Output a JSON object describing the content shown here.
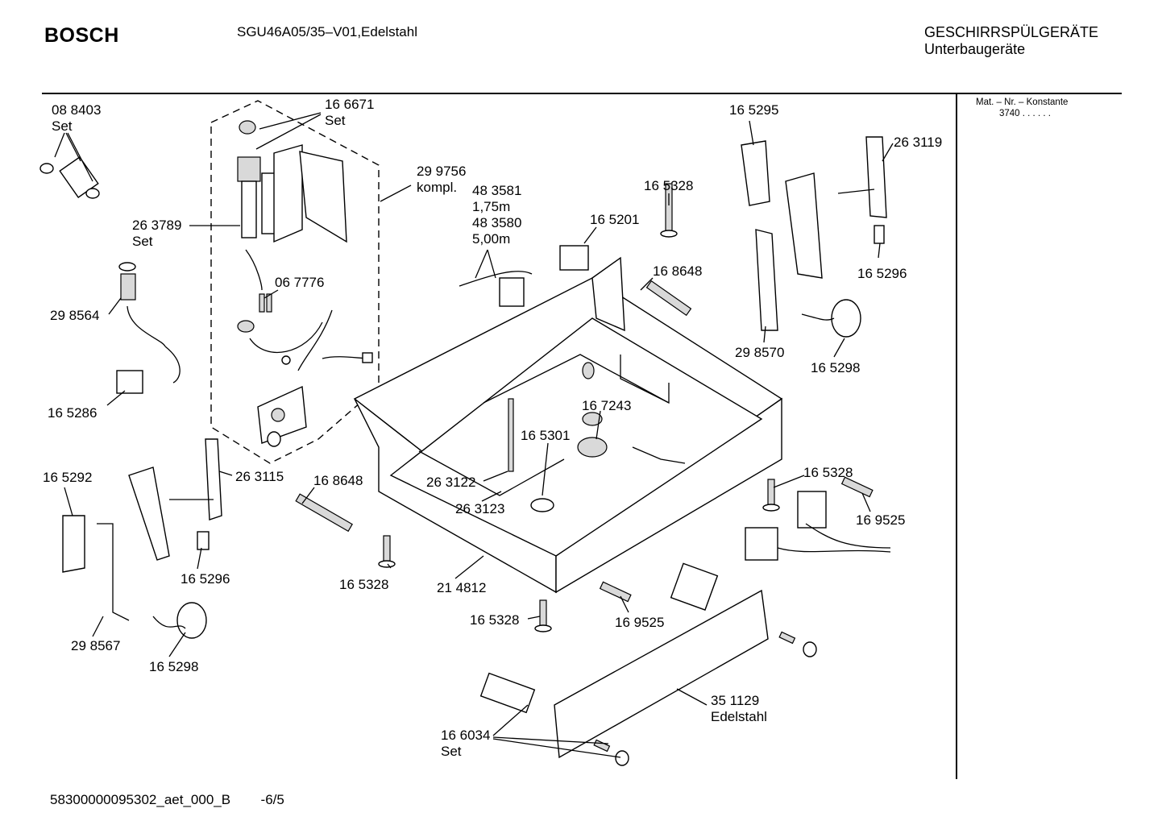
{
  "header": {
    "brand": "BOSCH",
    "model": "SGU46A05/35–V01,Edelstahl",
    "category_line1": "GESCHIRRSPÜLGERÄTE",
    "category_line2": "Unterbaugeräte"
  },
  "sidebar": {
    "mat_label": "Mat. – Nr. – Konstante",
    "mat_value": "3740 . . . . . ."
  },
  "footer": {
    "doc_id": "58300000095302_aet_000_B",
    "page": "-6/5"
  },
  "callouts": {
    "p088403": "08 8403",
    "p088403_s": "Set",
    "p166671": "16 6671",
    "p166671_s": "Set",
    "p165295": "16 5295",
    "p263119": "26 3119",
    "p299756": "29 9756",
    "p299756_s": "kompl.",
    "p483581": "48 3581",
    "p483581_l": "1,75m",
    "p483580": "48 3580",
    "p483580_l": "5,00m",
    "p165328a": "16 5328",
    "p165201": "16 5201",
    "p263789": "26 3789",
    "p263789_s": "Set",
    "p165296a": "16 5296",
    "p168648a": "16 8648",
    "p067776": "06 7776",
    "p298564": "29 8564",
    "p298570": "29 8570",
    "p165298a": "16 5298",
    "p167243": "16 7243",
    "p165286": "16 5286",
    "p165301": "16 5301",
    "p165292": "16 5292",
    "p263115": "26 3115",
    "p168648b": "16 8648",
    "p263122": "26 3122",
    "p165328b": "16 5328",
    "p263123": "26 3123",
    "p169525a": "16 9525",
    "p165296b": "16 5296",
    "p165328c": "16 5328",
    "p214812": "21 4812",
    "p165328d": "16 5328",
    "p169525b": "16 9525",
    "p298567": "29 8567",
    "p165298b": "16 5298",
    "p351129": "35 1129",
    "p351129_s": "Edelstahl",
    "p166034": "16 6034",
    "p166034_s": "Set"
  }
}
